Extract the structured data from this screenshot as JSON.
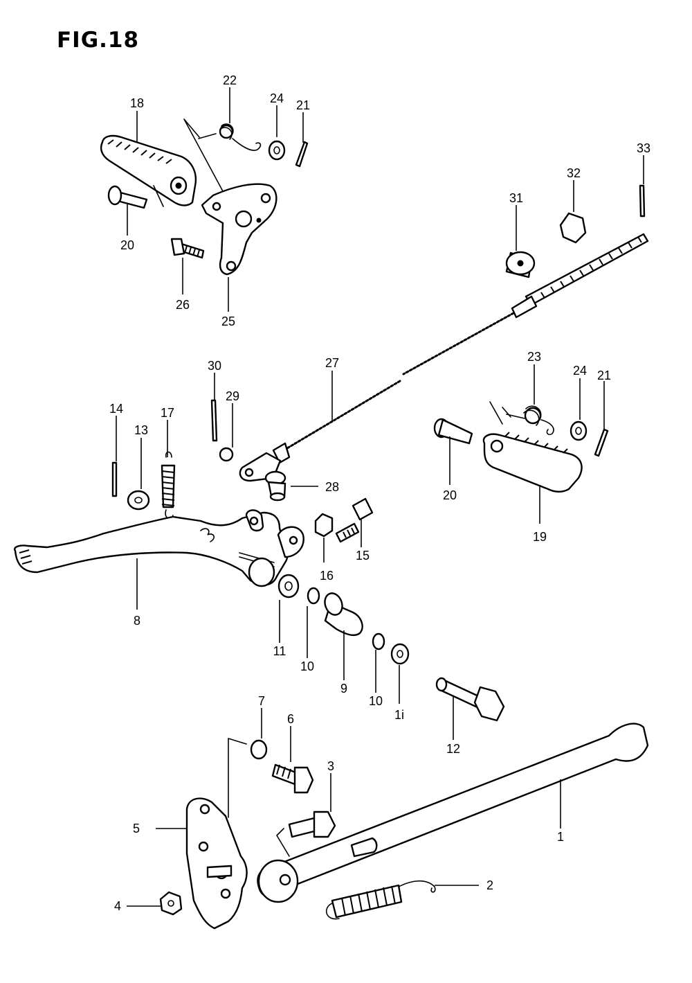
{
  "figure": {
    "title": "FIG.18"
  },
  "callouts": {
    "c1": "1",
    "c2": "2",
    "c3": "3",
    "c4": "4",
    "c5": "5",
    "c6": "6",
    "c7": "7",
    "c8": "8",
    "c9": "9",
    "c10a": "10",
    "c10b": "10",
    "c11a": "11",
    "c11b": "1i",
    "c12": "12",
    "c13": "13",
    "c14": "14",
    "c15": "15",
    "c16": "16",
    "c17": "17",
    "c18": "18",
    "c19": "19",
    "c20a": "20",
    "c20b": "20",
    "c21a": "21",
    "c21b": "21",
    "c22": "22",
    "c23": "23",
    "c24a": "24",
    "c24b": "24",
    "c25": "25",
    "c26": "26",
    "c27": "27",
    "c28": "28",
    "c29": "29",
    "c30": "30",
    "c31": "31",
    "c32": "32",
    "c33": "33"
  }
}
